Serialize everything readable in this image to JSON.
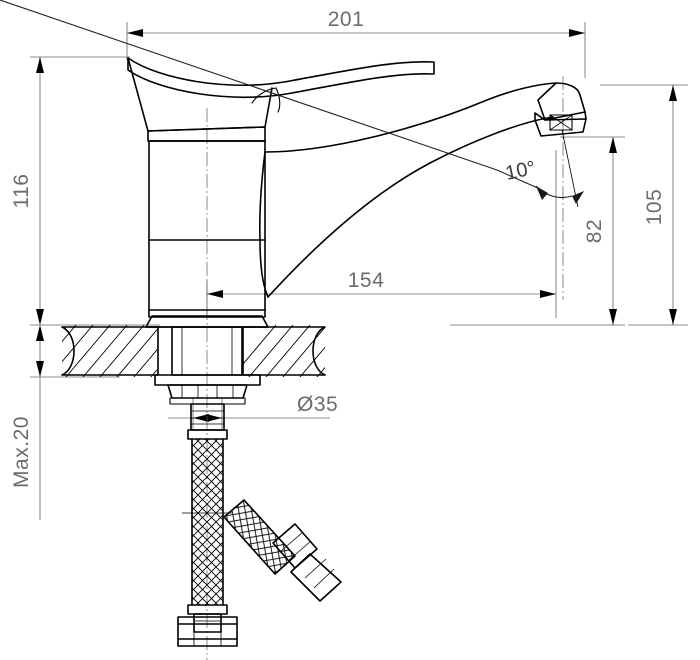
{
  "drawing": {
    "type": "engineering-dimension-drawing",
    "subject": "single-lever basin mixer tap",
    "view": "side elevation cross-section",
    "background_color": "#ffffff",
    "object_line_color": "#000000",
    "dimension_line_color": "#8d8d8d",
    "dimension_text_color": "#6c6c6c",
    "units": "mm"
  },
  "dimensions": {
    "overall_width": {
      "label": "201",
      "orientation": "horizontal",
      "position": "top"
    },
    "body_height": {
      "label": "116",
      "orientation": "vertical-rotated",
      "position": "left"
    },
    "spout_reach": {
      "label": "154",
      "orientation": "horizontal",
      "position": "middle"
    },
    "spout_outlet_height": {
      "label": "82",
      "orientation": "vertical-rotated",
      "position": "right-inner"
    },
    "overall_height": {
      "label": "105",
      "orientation": "vertical-rotated",
      "position": "right-outer"
    },
    "max_deck_thickness": {
      "label": "Max.20",
      "orientation": "vertical-rotated",
      "position": "lower-left"
    },
    "mounting_hole_diameter": {
      "label": "Ø35",
      "orientation": "horizontal",
      "position": "lower-middle"
    },
    "aerator_angle": {
      "label": "10°",
      "orientation": "leader-arc",
      "position": "spout-outlet"
    }
  },
  "parts": [
    {
      "name": "lever-handle",
      "description": "curved single lever handle"
    },
    {
      "name": "cartridge-cap",
      "description": "tapered handle base cap"
    },
    {
      "name": "body-cylinder",
      "description": "cylindrical mixer body, two sections"
    },
    {
      "name": "spout",
      "description": "curved swan-neck spout"
    },
    {
      "name": "aerator-outlet",
      "description": "spout end outlet with aerator"
    },
    {
      "name": "deck-countertop",
      "description": "hatched countertop cross-section"
    },
    {
      "name": "shank",
      "description": "threaded mounting shank"
    },
    {
      "name": "mounting-washer",
      "description": "flat mounting washer"
    },
    {
      "name": "mounting-nut",
      "description": "hex mounting nut"
    },
    {
      "name": "braided-hose-main",
      "description": "braided flexible supply hose"
    },
    {
      "name": "braided-hose-branch",
      "description": "angled braided branch hose"
    },
    {
      "name": "hose-nut-bottom",
      "description": "hex union nut at hose end"
    },
    {
      "name": "hose-nut-branch",
      "description": "hex union nut on branch hose"
    }
  ]
}
